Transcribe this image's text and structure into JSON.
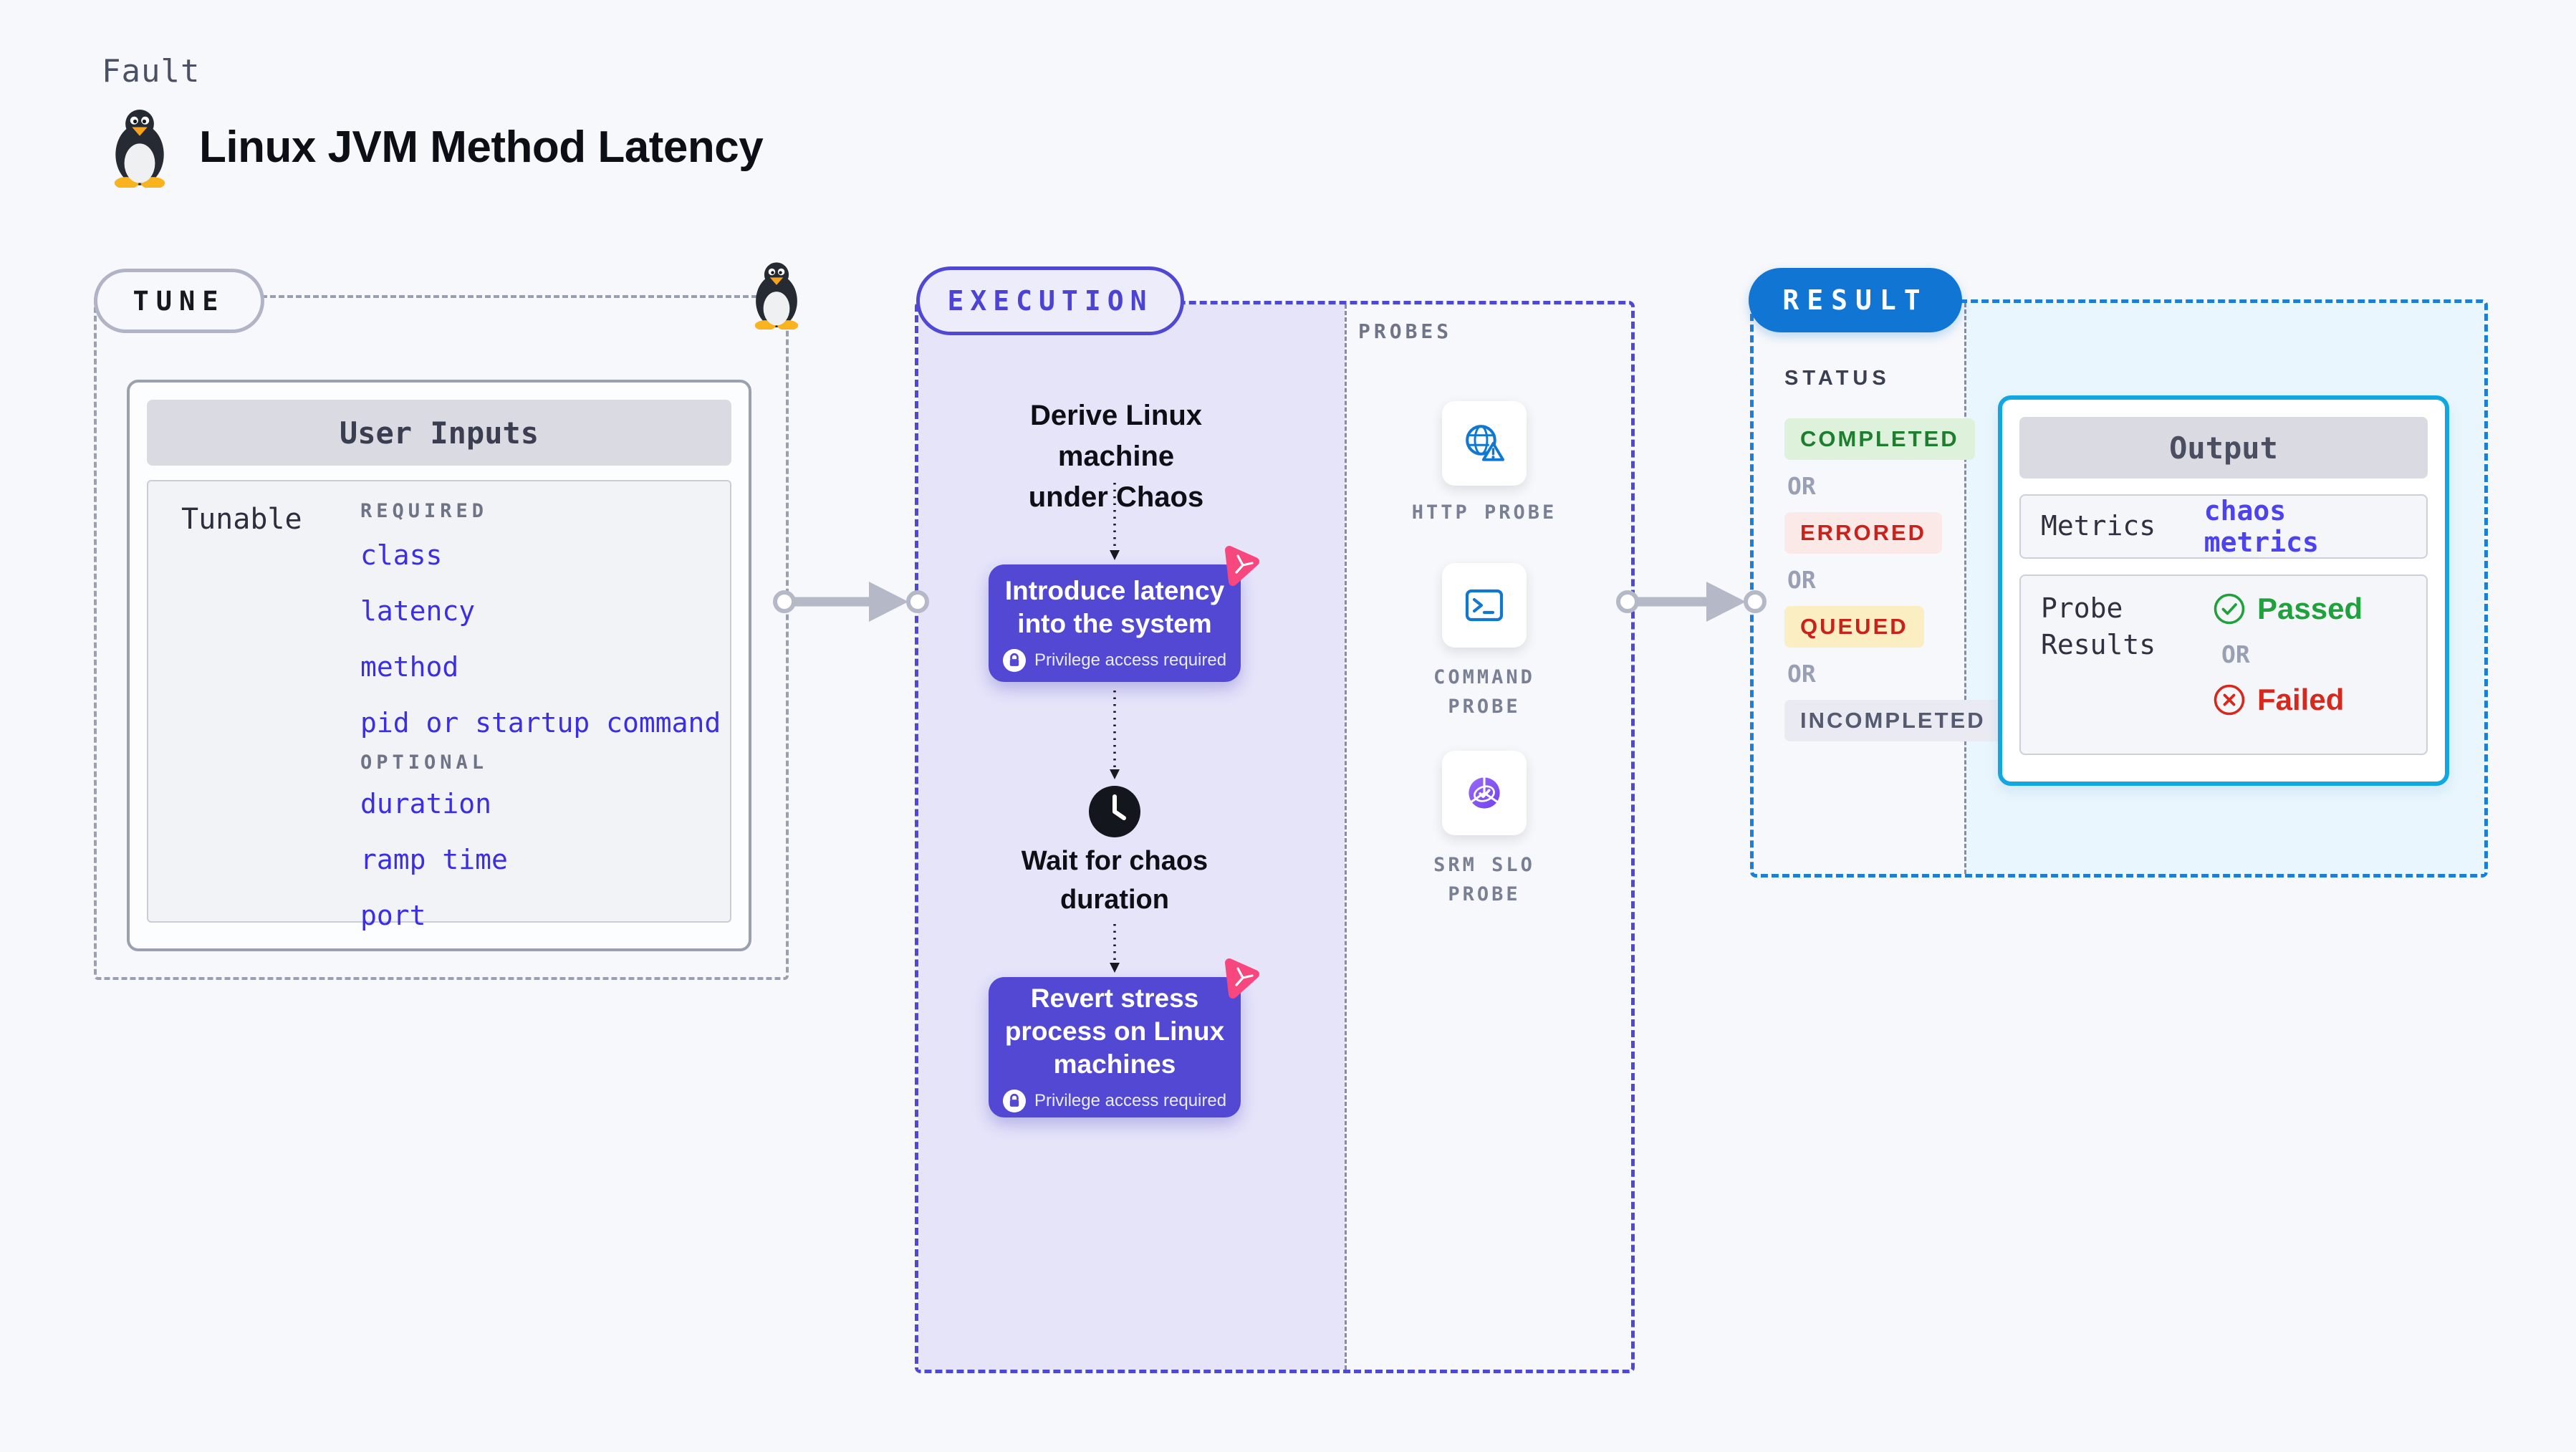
{
  "header": {
    "category": "Fault",
    "title": "Linux JVM Method Latency",
    "title_icon": "linux-penguin-icon"
  },
  "tune": {
    "badge": "TUNE",
    "corner_icon": "linux-penguin-icon",
    "user_inputs": {
      "title": "User Inputs",
      "row_label": "Tunable",
      "required_label": "REQUIRED",
      "required_items": [
        "class",
        "latency",
        "method",
        "pid or startup command"
      ],
      "optional_label": "OPTIONAL",
      "optional_items": [
        "duration",
        "ramp time",
        "port"
      ]
    }
  },
  "execution": {
    "badge": "EXECUTION",
    "derive_step": {
      "line1": "Derive Linux machine",
      "line2": "under Chaos"
    },
    "introduce_action": {
      "line1": "Introduce latency",
      "line2": "into the system",
      "note": "Privilege access required",
      "icon": "chaos-icon"
    },
    "wait_step": {
      "line1": "Wait for chaos",
      "line2": "duration",
      "icon": "clock-icon"
    },
    "revert_action": {
      "line1": "Revert stress",
      "line2": "process on Linux",
      "line3": "machines",
      "note": "Privilege access required",
      "icon": "chaos-icon"
    }
  },
  "probes": {
    "label": "PROBES",
    "items": [
      {
        "name": "HTTP PROBE",
        "icon": "globe-alert-icon"
      },
      {
        "name": "COMMAND PROBE",
        "icon": "terminal-icon"
      },
      {
        "name": "SRM SLO PROBE",
        "icon": "slo-check-icon"
      }
    ]
  },
  "result": {
    "badge": "RESULT",
    "status": {
      "label": "STATUS",
      "or": "OR",
      "items": [
        {
          "text": "COMPLETED",
          "bg": "#def1da",
          "color": "#1e7e2f"
        },
        {
          "text": "ERRORED",
          "bg": "#fbe9e8",
          "color": "#c8221a"
        },
        {
          "text": "QUEUED",
          "bg": "#faeec2",
          "color": "#c8221a"
        },
        {
          "text": "INCOMPLETED",
          "bg": "#eaebf2",
          "color": "#565a70"
        }
      ]
    },
    "output": {
      "title": "Output",
      "metrics_label": "Metrics",
      "metrics_value": "chaos metrics",
      "probe_results_label": "Probe Results",
      "passed": "Passed",
      "or": "OR",
      "failed": "Failed"
    }
  },
  "colors": {
    "page_background": "#f7f8fb",
    "execution_accent": "#4f48d4",
    "execution_fill": "#e5e4f9",
    "action_box": "#5348d4",
    "chaos_icon_pink": "#f7477f",
    "result_accent": "#1176d3",
    "result_fill": "#e9f6fd",
    "output_border": "#10a7e2",
    "tunable_link_blue": "#3c2ee3",
    "metrics_link_blue": "#4c42ee",
    "passed_green": "#1fa13c",
    "failed_red": "#d6281c",
    "probe_icon_blue": "#1178d2",
    "connector_gray": "#b5b9c7"
  }
}
